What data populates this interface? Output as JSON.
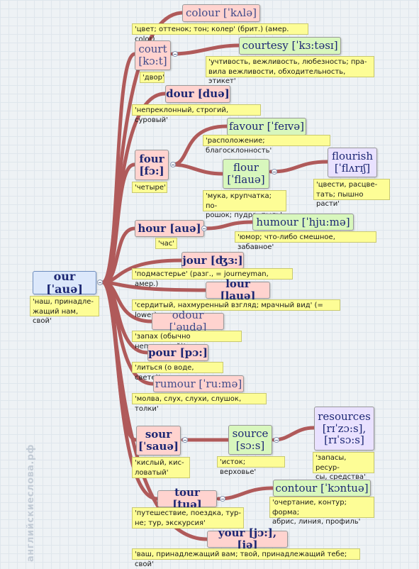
{
  "watermark": "английскиеслова.рф",
  "root": {
    "word": "our [ˈauə]",
    "gloss": "'наш, принадле-\nжащий нам, свой'"
  },
  "nodes": {
    "colour": {
      "word": "colour [ˈkʌlə]",
      "gloss": "'цвет; оттенок; тон; колер' (брит.) (амер. color)"
    },
    "court": {
      "word": "court\n[kɔ:t]",
      "gloss": "'двор'"
    },
    "courtesy": {
      "word": "courtesy [ˈkɜ:təsɪ]",
      "gloss": "'учтивость, вежливость, любезность; пра-\nвила вежливости, обходительность, этикет'"
    },
    "dour": {
      "word": "dour [duə]",
      "gloss": "'непреклонный, строгий, суровый'"
    },
    "four": {
      "word": "four\n[fɔ:]",
      "gloss": "'четыре'"
    },
    "favour": {
      "word": "favour [ˈfeɪvə]",
      "gloss": "'расположение; благосклонность'"
    },
    "flour": {
      "word": "flour\n[ˈflauə]",
      "gloss": "'мука, крупчатка; по-\nрошок; пудра, пыль'"
    },
    "flourish": {
      "word": "flourish\n[ˈflʌrɪʃ]",
      "gloss": "'цвести, расцве-\nтать; пышно расти'"
    },
    "hour": {
      "word": "hour [auə]",
      "gloss": "'час'"
    },
    "humour": {
      "word": "humour [ˈhju:mə]",
      "gloss": "'юмор; что-либо смешное, забавное'"
    },
    "jour": {
      "word": "jour [ʤɜ:]",
      "gloss": "'подмастерье' (разг., = journeyman, амер.)"
    },
    "lour": {
      "word": "lour [lauə]",
      "gloss": "'сердитый, нахмуренный взгляд; мрачный вид' (= lower)"
    },
    "odour": {
      "word": "odour [ˈəudə]",
      "gloss": "'запах (обычно неприятный)'"
    },
    "pour": {
      "word": "pour [pɔ:]",
      "gloss": "'литься (о воде, свете)'"
    },
    "rumour": {
      "word": "rumour [ˈru:mə]",
      "gloss": "'молва, слух, слухи, слушок, толки'"
    },
    "sour": {
      "word": "sour\n[ˈsauə]",
      "gloss": "'кислый, кис-\nловатый'"
    },
    "source": {
      "word": "source\n[sɔ:s]",
      "gloss": "'исток; верховье'"
    },
    "resources": {
      "word": "resources\n[rɪˈzɔ:s],\n[rɪˈsɔ:s]",
      "gloss": "'запасы, ресур-\nсы, средства'"
    },
    "tour": {
      "word": "tour [tuə]",
      "gloss": "'путешествие, поездка, тур-\nне; тур, экскурсия'"
    },
    "contour": {
      "word": "contour [ˈkɔntuə]",
      "gloss": "'очертание, контур; форма;\nабрис, линия, профиль'"
    },
    "your": {
      "word": "your [jɔ:], [jə]",
      "gloss": "'ваш, принадлежащий вам; твой, принадлежащий тебе; свой'"
    }
  },
  "colors": {
    "connector": "#b05a5a",
    "word_node": "#ffd3cf",
    "related_node": "#d8f7bd",
    "derived_node": "#e9e1ff",
    "root_node": "#dce8fb",
    "gloss_box": "#fdfd96"
  }
}
